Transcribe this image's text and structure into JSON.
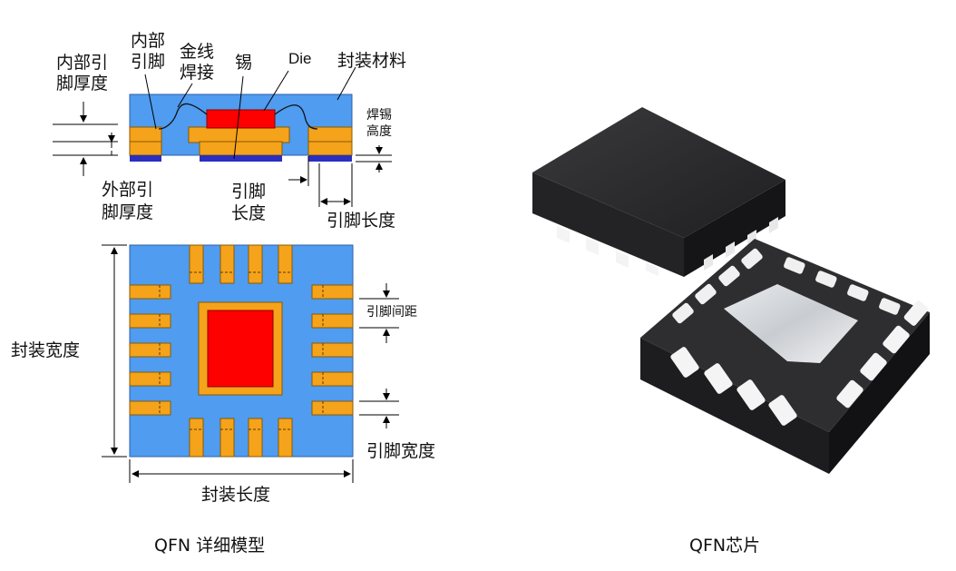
{
  "cross_section": {
    "inner_lead": [
      "内部",
      "引脚"
    ],
    "gold_wire": [
      "金线",
      "焊接"
    ],
    "tin": "锡",
    "die": "Die",
    "package_material": "封装材料",
    "inner_lead_thickness": [
      "内部引",
      "脚厚度"
    ],
    "solder_height": [
      "焊锡",
      "高度"
    ],
    "outer_lead_thickness": [
      "外部引",
      "脚厚度"
    ],
    "lead_length_inner": [
      "引脚",
      "长度"
    ],
    "lead_length": "引脚长度"
  },
  "top_view": {
    "package_width": "封装宽度",
    "package_length": "封装长度",
    "lead_pitch": "引脚间距",
    "lead_width": "引脚宽度"
  },
  "captions": {
    "left": "QFN 详细模型",
    "right": "QFN芯片"
  },
  "colors": {
    "package": "#4f9cf0",
    "lead": "#f5a31a",
    "die": "#ff0000",
    "pad": "#2b2fbf",
    "chip_body": "#2a2a2c"
  }
}
